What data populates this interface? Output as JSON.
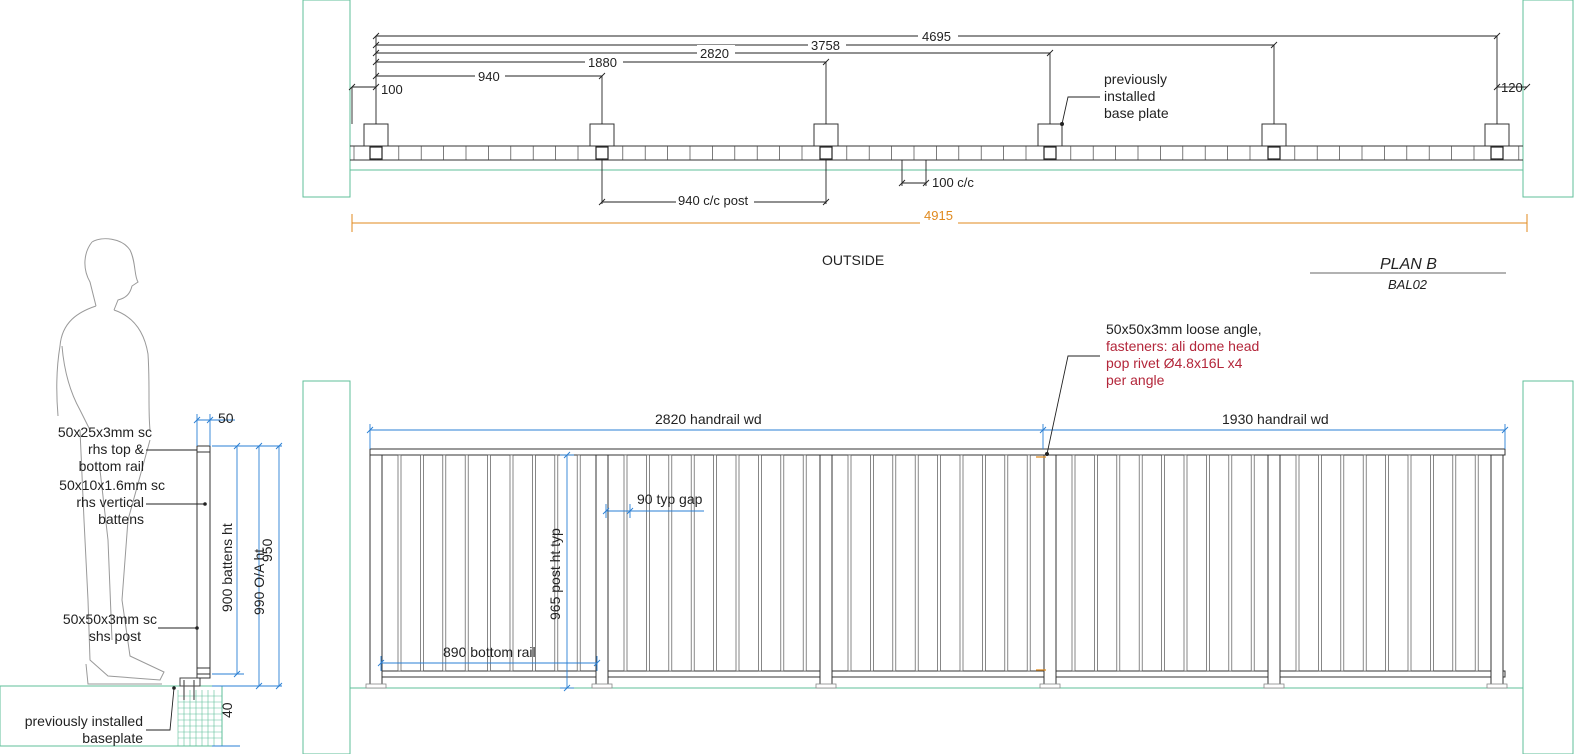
{
  "plan": {
    "dims": {
      "d4695": "4695",
      "d3758": "3758",
      "d2820": "2820",
      "d1880": "1880",
      "d940": "940",
      "d100": "100",
      "d120": "120"
    },
    "note_base_plate": [
      "previously",
      "installed",
      "base plate"
    ],
    "c100": "100 c/c",
    "c940": "940 c/c post",
    "overall": "4915",
    "outside": "OUTSIDE",
    "title": "PLAN B",
    "code": "BAL02"
  },
  "elevation": {
    "angle_note": "50x50x3mm loose angle,",
    "fastener_lines": [
      "fasteners: ali dome head",
      "pop rivet Ø4.8x16L x4",
      "per angle"
    ],
    "handrail_1": "2820 handrail wd",
    "handrail_2": "1930 handrail wd",
    "gap": "90 typ gap",
    "post_ht": "965 post ht typ",
    "bottom_rail": "890 bottom rail"
  },
  "section": {
    "w50": "50",
    "top_rail": [
      "50x25x3mm sc",
      "rhs top &",
      "bottom rail"
    ],
    "battens": [
      "50x10x1.6mm sc",
      "rhs vertical",
      "battens"
    ],
    "post": [
      "50x50x3mm sc",
      "shs post"
    ],
    "baseplate": [
      "previously installed",
      "baseplate"
    ],
    "battens_ht": "900 battens ht",
    "oa_ht": "990 O/A ht",
    "ht_950": "950",
    "h40": "40"
  },
  "colors": {
    "dimension_blue": "#2a7fd4",
    "note_red": "#b3263a",
    "overall_orange": "#e08a1e",
    "wall_green": "#5fbf9a"
  }
}
